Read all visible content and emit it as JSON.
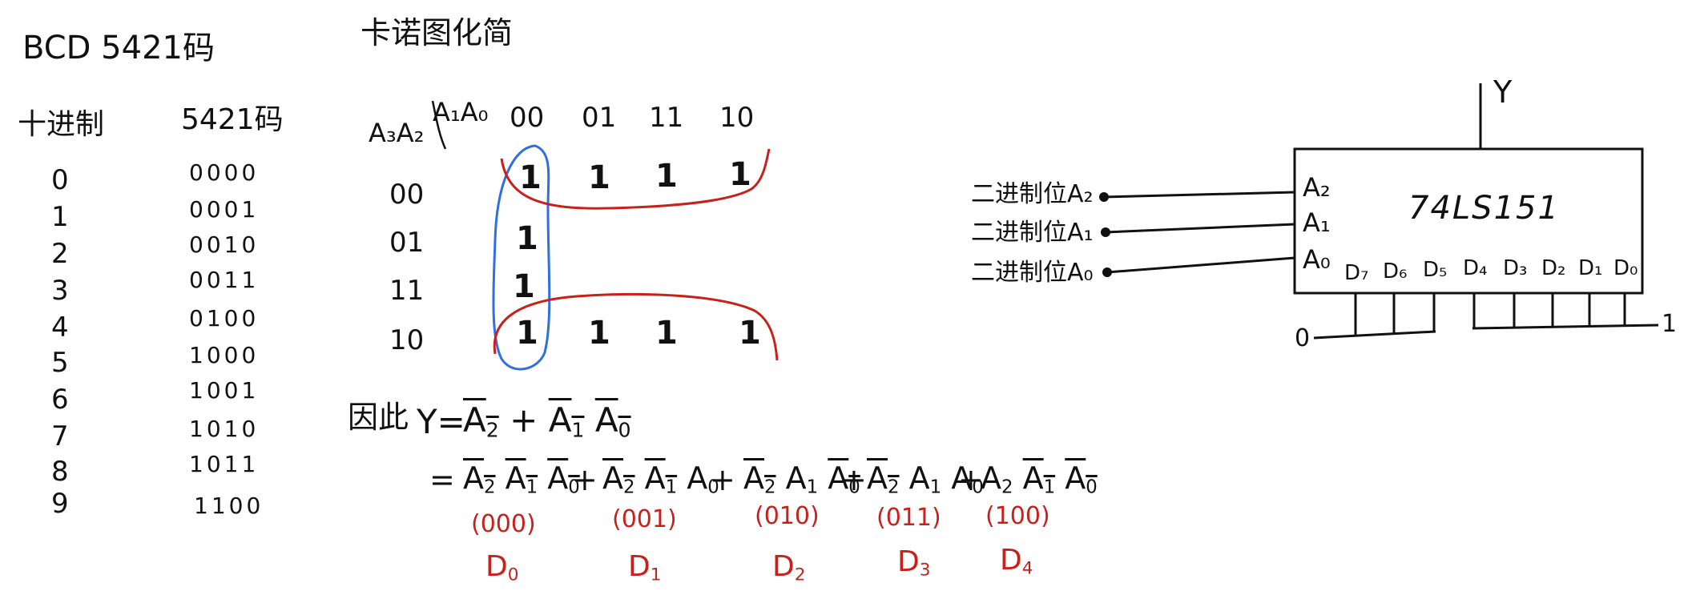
{
  "left_table": {
    "title": "BCD 5421码",
    "col_decimal": "十进制",
    "col_code": "5421码",
    "rows": [
      {
        "dec": "0",
        "code": "0000"
      },
      {
        "dec": "1",
        "code": "0001"
      },
      {
        "dec": "2",
        "code": "0010"
      },
      {
        "dec": "3",
        "code": "0011"
      },
      {
        "dec": "4",
        "code": "0100"
      },
      {
        "dec": "5",
        "code": "1000"
      },
      {
        "dec": "6",
        "code": "1001"
      },
      {
        "dec": "7",
        "code": "1010"
      },
      {
        "dec": "8",
        "code": "1011"
      },
      {
        "dec": "9",
        "code": "1100"
      }
    ]
  },
  "kmap": {
    "title": "卡诺图化简",
    "row_var": "A₃A₂",
    "col_var": "A₁A₀",
    "col_labels": [
      "00",
      "01",
      "11",
      "10"
    ],
    "row_labels": [
      "00",
      "01",
      "11",
      "10"
    ],
    "cells": [
      [
        "1",
        "1",
        "1",
        "1"
      ],
      [
        "1",
        "",
        "",
        ""
      ],
      [
        "1",
        "",
        "",
        ""
      ],
      [
        "1",
        "1",
        "1",
        "1"
      ]
    ]
  },
  "equation": {
    "prefix": "因此",
    "lhs": "Y=",
    "simplified": {
      "t1": "A",
      "t1s": "2",
      "plus": "+",
      "t2": "A",
      "t2s": "1",
      "t3": "A",
      "t3s": "0"
    },
    "expand_eq": "=",
    "terms": [
      {
        "a2": "A",
        "a2s": "2",
        "a1": "A",
        "a1s": "1",
        "a0": "A",
        "a0s": "0",
        "code": "(000)",
        "d": "D",
        "ds": "0"
      },
      {
        "a2": "A",
        "a2s": "2",
        "a1": "A",
        "a1s": "1",
        "a0": "A",
        "a0s": "0",
        "code": "(001)",
        "d": "D",
        "ds": "1"
      },
      {
        "a2": "A",
        "a2s": "2",
        "a1": "A",
        "a1s": "1",
        "a0": "A",
        "a0s": "0",
        "code": "(010)",
        "d": "D",
        "ds": "2"
      },
      {
        "a2": "A",
        "a2s": "2",
        "a1": "A",
        "a1s": "1",
        "a0": "A",
        "a0s": "0",
        "code": "(011)",
        "d": "D",
        "ds": "3"
      },
      {
        "a2": "A",
        "a2s": "2",
        "a1": "A",
        "a1s": "1",
        "a0": "A",
        "a0s": "0",
        "code": "(100)",
        "d": "D",
        "ds": "4"
      }
    ],
    "plus": "+"
  },
  "mux": {
    "chip_label": "74LS151",
    "output_label": "Y",
    "inputs": [
      {
        "pin": "A₂",
        "desc": "二进制位A₂"
      },
      {
        "pin": "A₁",
        "desc": "二进制位A₁"
      },
      {
        "pin": "A₀",
        "desc": "二进制位A₀"
      }
    ],
    "data_pins": [
      "D₇",
      "D₆",
      "D₅",
      "D₄",
      "D₃",
      "D₂",
      "D₁",
      "D₀"
    ],
    "low_label": "0",
    "high_label": "1"
  },
  "colors": {
    "ink": "#111111",
    "red": "#c8211b",
    "blue": "#2f6fe0"
  }
}
